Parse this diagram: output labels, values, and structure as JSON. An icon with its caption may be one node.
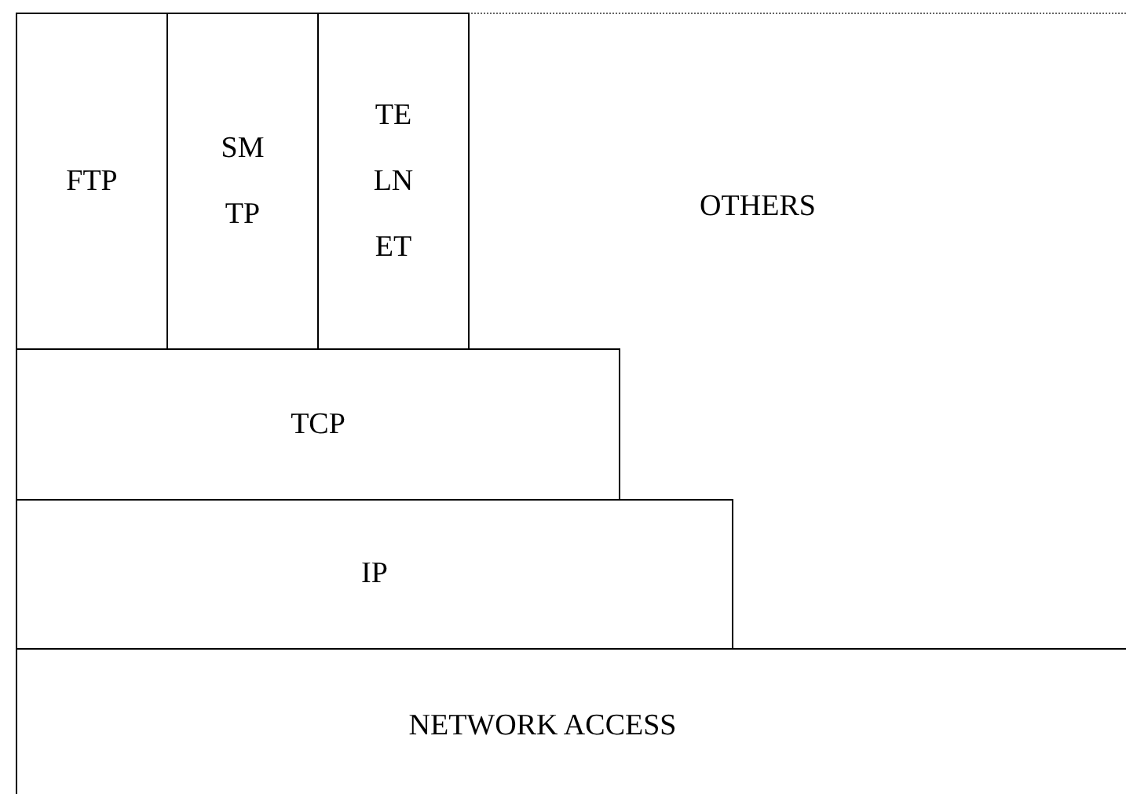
{
  "diagram": {
    "nodes": [
      {
        "text": [
          "FTP"
        ]
      },
      {
        "text": [
          "SMTP"
        ]
      },
      {
        "text": [
          "TELNET"
        ]
      },
      {
        "text": [
          "OTHERS"
        ]
      },
      {
        "text": [
          "TCP"
        ]
      },
      {
        "text": [
          "IP"
        ]
      },
      {
        "text": [
          "NETWORK ACCESS"
        ]
      }
    ]
  }
}
